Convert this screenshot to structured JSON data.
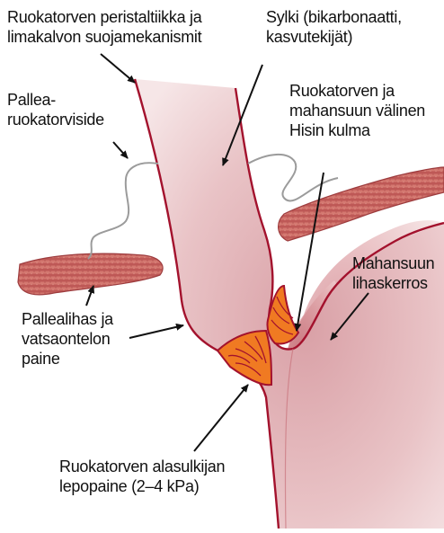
{
  "labels": {
    "peristalsis": "Ruokatorven peristaltiikka ja\nlimakalvon suojamekanismit",
    "saliva": "Sylki (bikarbonaatti,\nkasvutekijät)",
    "ligament": "Pallea-\nruokatorviside",
    "his_angle": "Ruokatorven ja\nmahansuun välinen\nHisin kulma",
    "cardia_muscle": "Mahansuun\nlihaskerros",
    "diaphragm": "Pallealihas ja\nvatsaontelon\npaine",
    "les_pressure": "Ruokatorven alasulkijan\nlepopaine (2–4 kPa)"
  },
  "colors": {
    "wall": "#a3122d",
    "lumen_light": "#f5e3e5",
    "lumen_mid": "#e2b2b7",
    "lumen_dark": "#cf8a92",
    "diaphragm_fill": "#cf6f6a",
    "diaphragm_dark": "#a34446",
    "sphincter": "#f07a22",
    "ligament_line": "#9b9b9b",
    "arrow": "#111111"
  }
}
